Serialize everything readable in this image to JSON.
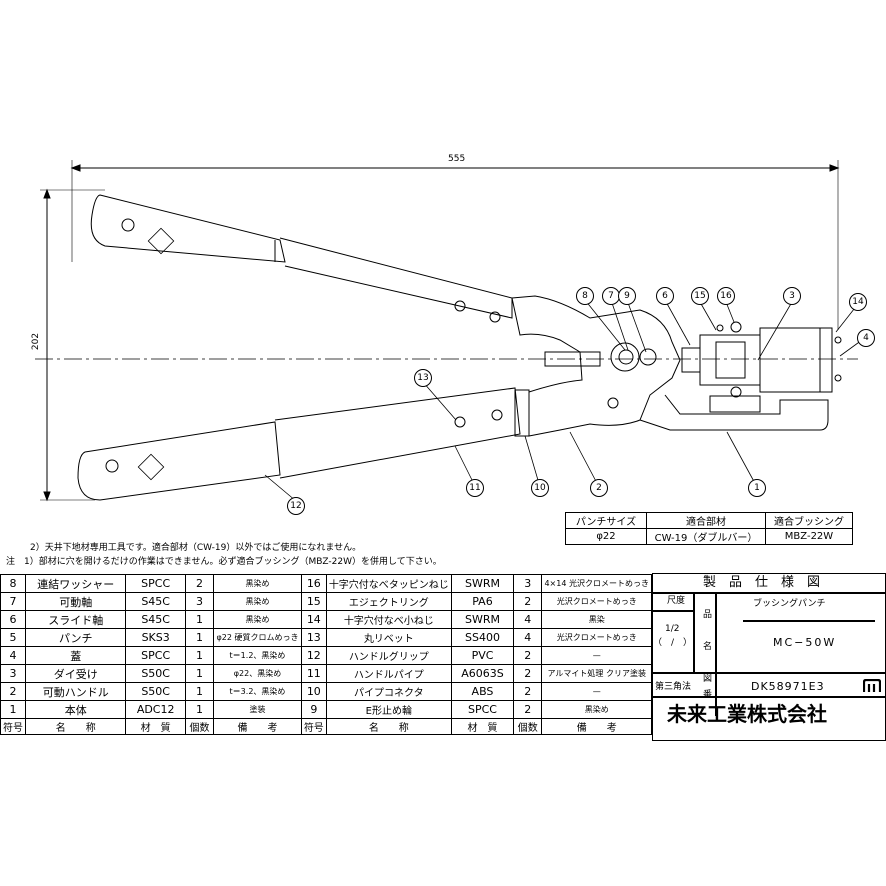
{
  "dimensions": {
    "length": "555",
    "height": "202"
  },
  "balloons": [
    "8",
    "7",
    "9",
    "6",
    "15",
    "16",
    "3",
    "14",
    "4",
    "13",
    "12",
    "11",
    "10",
    "2",
    "1"
  ],
  "bushing_table": {
    "headers": [
      "パンチサイズ",
      "適合部材",
      "適合ブッシング"
    ],
    "row": [
      "φ22",
      "CW-19（ダブルバー）",
      "MBZ-22W"
    ]
  },
  "notes": {
    "note2": "2）天井下地材専用工具です。適合部材（CW-19）以外ではご使用になれません。",
    "note1": "注　1）部材に穴を開けるだけの作業はできません。必ず適合ブッシング（MBZ-22W）を併用して下さい。"
  },
  "parts_left": [
    {
      "no": "8",
      "name": "連結ワッシャー",
      "material": "SPCC",
      "qty": "2",
      "note": "黒染め"
    },
    {
      "no": "7",
      "name": "可動軸",
      "material": "S45C",
      "qty": "3",
      "note": "黒染め"
    },
    {
      "no": "6",
      "name": "スライド軸",
      "material": "S45C",
      "qty": "1",
      "note": "黒染め"
    },
    {
      "no": "5",
      "name": "パンチ",
      "material": "SKS3",
      "qty": "1",
      "note": "φ22 硬質クロムめっき"
    },
    {
      "no": "4",
      "name": "蓋",
      "material": "SPCC",
      "qty": "1",
      "note": "t＝1.2、黒染め"
    },
    {
      "no": "3",
      "name": "ダイ受け",
      "material": "S50C",
      "qty": "1",
      "note": "φ22、黒染め"
    },
    {
      "no": "2",
      "name": "可動ハンドル",
      "material": "S50C",
      "qty": "1",
      "note": "t＝3.2、黒染め"
    },
    {
      "no": "1",
      "name": "本体",
      "material": "ADC12",
      "qty": "1",
      "note": "塗装"
    }
  ],
  "parts_right": [
    {
      "no": "16",
      "name": "十字穴付なべタッピンねじ",
      "material": "SWRM",
      "qty": "3",
      "note": "4×14 光沢クロメートめっき"
    },
    {
      "no": "15",
      "name": "エジェクトリング",
      "material": "PA6",
      "qty": "2",
      "note": "光沢クロメートめっき"
    },
    {
      "no": "14",
      "name": "十字穴付なべ小ねじ",
      "material": "SWRM",
      "qty": "4",
      "note": "黒染"
    },
    {
      "no": "13",
      "name": "丸リベット",
      "material": "SS400",
      "qty": "4",
      "note": "光沢クロメートめっき"
    },
    {
      "no": "12",
      "name": "ハンドルグリップ",
      "material": "PVC",
      "qty": "2",
      "note": "—"
    },
    {
      "no": "11",
      "name": "ハンドルパイプ",
      "material": "A6063S",
      "qty": "2",
      "note": "アルマイト処理 クリア塗装"
    },
    {
      "no": "10",
      "name": "パイプコネクタ",
      "material": "ABS",
      "qty": "2",
      "note": "—"
    },
    {
      "no": "9",
      "name": "E形止め輪",
      "material": "SPCC",
      "qty": "2",
      "note": "黒染め"
    }
  ],
  "header_row": {
    "no": "符号",
    "name": "名　　称",
    "material": "材　質",
    "qty": "個数",
    "note": "備　　考"
  },
  "spec": {
    "title": "製　品　仕　様　図",
    "scale_label": "尺度",
    "scale": "1/2",
    "scale_paren": "（　/　）",
    "hin": "品",
    "mei": "名",
    "product_name": "ブッシングパンチ",
    "model": "MC−50W",
    "projection": "第三角法",
    "zu": "図",
    "ban": "番",
    "drawing_no": "DK58971E3",
    "company": "未来工業株式会社"
  }
}
